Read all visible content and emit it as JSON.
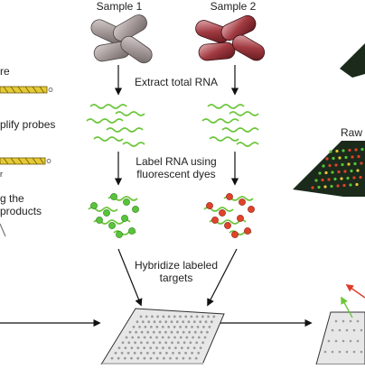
{
  "samples": {
    "sample1": "Sample 1",
    "sample2": "Sample 2"
  },
  "steps": {
    "extract": "Extract total RNA",
    "label_line1": "Label RNA using",
    "label_line2": "fluorescent dyes",
    "hybridize_line1": "Hybridize labeled",
    "hybridize_line2": "targets"
  },
  "left_cropped": {
    "line1": "re",
    "line2": "plify probes",
    "line3": "r",
    "line4": "g the",
    "line5": "products"
  },
  "right_cropped": {
    "raw": "Raw"
  },
  "colors": {
    "sample1_cell": "#9a8f8e",
    "sample2_cell": "#8a2a30",
    "rna": "#6cc63a",
    "dye_green": "#58c43a",
    "dye_red": "#e0422a",
    "probe_yellow": "#e5c934",
    "array_dark": "#1b2a1b"
  }
}
